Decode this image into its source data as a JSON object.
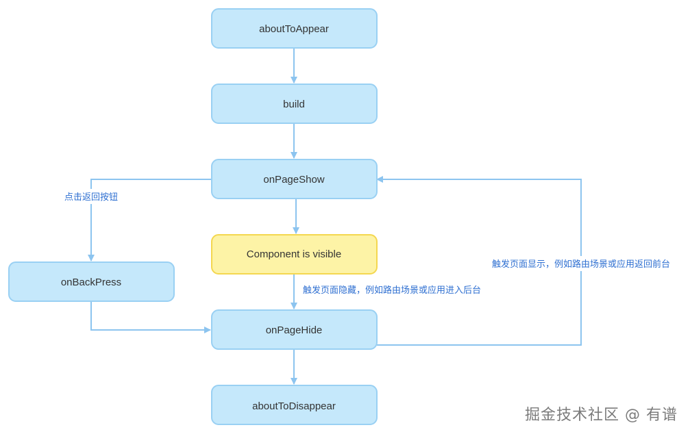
{
  "nodes": {
    "about_to_appear": "aboutToAppear",
    "build": "build",
    "on_page_show": "onPageShow",
    "component_visible": "Component is visible",
    "on_back_press": "onBackPress",
    "on_page_hide": "onPageHide",
    "about_to_disappear": "aboutToDisappear"
  },
  "edge_labels": {
    "back_button": "点击返回按钮",
    "page_hidden": "触发页面隐藏，例如路由场景或应用进入后台",
    "page_shown": "触发页面显示，例如路由场景或应用返回前台"
  },
  "watermark": "掘金技术社区 @ 有谱",
  "colors": {
    "node_fill": "#c5e8fb",
    "node_border": "#99d0f3",
    "highlight_fill": "#fdf3a6",
    "highlight_border": "#f4d74f",
    "edge": "#8cc4ef",
    "label_text": "#2e6fd1"
  }
}
